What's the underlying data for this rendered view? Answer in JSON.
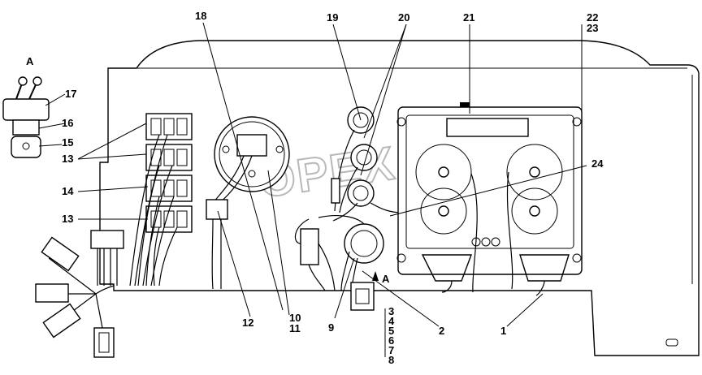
{
  "watermark": "ОРЕХ",
  "view_label": "А",
  "labels": {
    "l1": "1",
    "l2": "2",
    "l3": "3",
    "l4": "4",
    "l5": "5",
    "l6": "6",
    "l7": "7",
    "l8": "8",
    "l9": "9",
    "l10": "10",
    "l11": "11",
    "l12": "12",
    "l13a": "13",
    "l13b": "13",
    "l14": "14",
    "l15": "15",
    "l16": "16",
    "l17": "17",
    "l18": "18",
    "l19": "19",
    "l20": "20",
    "l21": "21",
    "l22": "22",
    "l23": "23",
    "l24": "24",
    "arrowA": "А"
  }
}
